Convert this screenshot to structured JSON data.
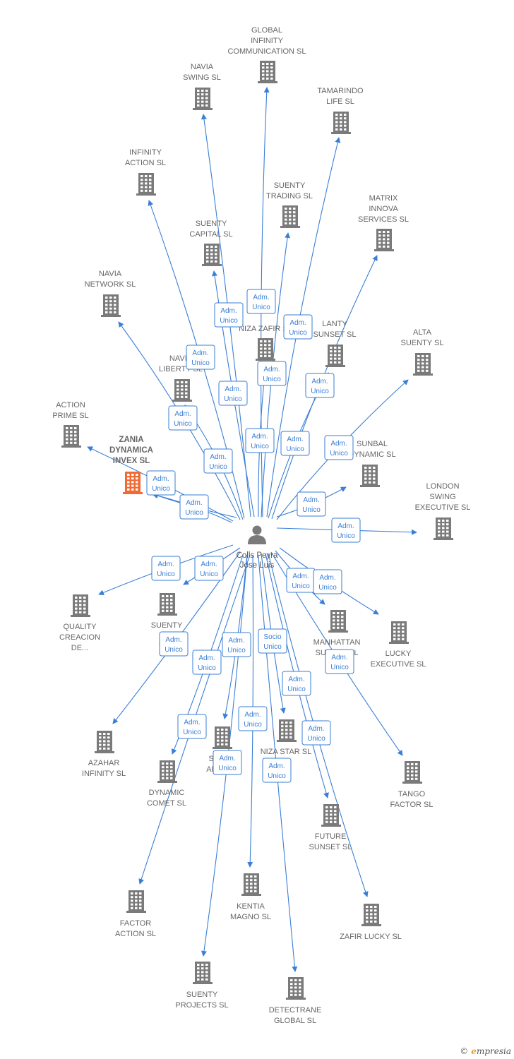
{
  "center": {
    "lines": [
      "Colls Peyra",
      "Jose Luis"
    ]
  },
  "colors": {
    "edge": "#3a7fd6",
    "building": "#7a7a7a",
    "highlight": "#f06a35"
  },
  "companies": [
    {
      "id": "global-infinity",
      "lines": [
        "GLOBAL",
        "INFINITY",
        "COMMUNICATION SL"
      ]
    },
    {
      "id": "navia-swing",
      "lines": [
        "NAVIA",
        "SWING SL"
      ]
    },
    {
      "id": "tamarindo-life",
      "lines": [
        "TAMARINDO",
        "LIFE SL"
      ]
    },
    {
      "id": "infinity-action",
      "lines": [
        "INFINITY",
        "ACTION SL"
      ]
    },
    {
      "id": "suenty-trading",
      "lines": [
        "SUENTY",
        "TRADING SL"
      ]
    },
    {
      "id": "matrix-innova",
      "lines": [
        "MATRIX",
        "INNOVA",
        "SERVICES SL"
      ]
    },
    {
      "id": "suenty-capital",
      "lines": [
        "SUENTY",
        "CAPITAL SL"
      ]
    },
    {
      "id": "navia-network",
      "lines": [
        "NAVIA",
        "NETWORK SL"
      ]
    },
    {
      "id": "niza-zafir",
      "lines": [
        "NIZA ZAFIR SL"
      ]
    },
    {
      "id": "lanty-sunset",
      "lines": [
        "LANTY",
        "SUNSET SL"
      ]
    },
    {
      "id": "alta-suenty",
      "lines": [
        "ALTA",
        "SUENTY SL"
      ]
    },
    {
      "id": "navia-liberty",
      "lines": [
        "NAVIA",
        "LIBERTY SL"
      ]
    },
    {
      "id": "action-prime",
      "lines": [
        "ACTION",
        "PRIME SL"
      ]
    },
    {
      "id": "zania-dynamica",
      "lines": [
        "ZANIA",
        "DYNAMICA",
        "INVEX  SL"
      ],
      "highlight": true
    },
    {
      "id": "sunbal-dynamic",
      "lines": [
        "SUNBAL",
        "DYNAMIC SL"
      ]
    },
    {
      "id": "london-swing",
      "lines": [
        "LONDON",
        "SWING",
        "EXECUTIVE SL"
      ]
    },
    {
      "id": "quality-creacion",
      "lines": [
        "QUALITY",
        "CREACION",
        "DE..."
      ]
    },
    {
      "id": "suenty-ac-tra",
      "lines": [
        "SUENTY",
        "AC",
        "TRA"
      ]
    },
    {
      "id": "manhattan-sunset",
      "lines": [
        "MANHATTAN",
        "SUNSET SL"
      ]
    },
    {
      "id": "lucky-executive",
      "lines": [
        "LUCKY",
        "EXECUTIVE SL"
      ]
    },
    {
      "id": "azahar-infinity",
      "lines": [
        "AZAHAR",
        "INFINITY SL"
      ]
    },
    {
      "id": "dynamic-comet",
      "lines": [
        "DYNAMIC",
        "COMET SL"
      ]
    },
    {
      "id": "s-al",
      "lines": [
        "S",
        "AL"
      ]
    },
    {
      "id": "niza-star",
      "lines": [
        "NIZA STAR SL"
      ]
    },
    {
      "id": "tango-factor",
      "lines": [
        "TANGO",
        "FACTOR SL"
      ]
    },
    {
      "id": "future-sunset",
      "lines": [
        "FUTURE",
        "SUNSET SL"
      ]
    },
    {
      "id": "factor-action",
      "lines": [
        "FACTOR",
        "ACTION SL"
      ]
    },
    {
      "id": "kentia-magno",
      "lines": [
        "KENTIA",
        "MAGNO SL"
      ]
    },
    {
      "id": "zafir-lucky",
      "lines": [
        "ZAFIR LUCKY SL"
      ]
    },
    {
      "id": "suenty-projects",
      "lines": [
        "SUENTY",
        "PROJECTS SL"
      ]
    },
    {
      "id": "detectrane-global",
      "lines": [
        "DETECTRANE",
        "GLOBAL  SL"
      ]
    }
  ],
  "relations": [
    {
      "to": "global-infinity",
      "badge": [
        "Adm.",
        "Unico"
      ]
    },
    {
      "to": "navia-swing",
      "badge": [
        "Adm.",
        "Unico"
      ]
    },
    {
      "to": "tamarindo-life",
      "badge": [
        "Adm.",
        "Unico"
      ]
    },
    {
      "to": "infinity-action",
      "badge": [
        "Adm.",
        "Unico"
      ]
    },
    {
      "to": "suenty-trading",
      "badge": [
        "Adm.",
        "Unico"
      ]
    },
    {
      "to": "matrix-innova",
      "badge": [
        "Adm.",
        "Unico"
      ]
    },
    {
      "to": "suenty-capital",
      "badge": [
        "Adm.",
        "Unico"
      ]
    },
    {
      "to": "navia-network",
      "badge": [
        "Adm.",
        "Unico"
      ]
    },
    {
      "to": "niza-zafir",
      "badge": [
        "Adm.",
        "Unico"
      ]
    },
    {
      "to": "lanty-sunset",
      "badge": [
        "Adm.",
        "Unico"
      ]
    },
    {
      "to": "alta-suenty",
      "badge": [
        "Adm.",
        "Unico"
      ]
    },
    {
      "to": "navia-liberty",
      "badge": [
        "Adm.",
        "Unico"
      ]
    },
    {
      "to": "action-prime",
      "badge": [
        "Adm.",
        "Unico"
      ]
    },
    {
      "to": "zania-dynamica",
      "badge": [
        "Adm.",
        "Unico"
      ]
    },
    {
      "to": "sunbal-dynamic",
      "badge": [
        "Adm.",
        "Unico"
      ]
    },
    {
      "to": "london-swing",
      "badge": [
        "Adm.",
        "Unico"
      ]
    },
    {
      "to": "quality-creacion",
      "badge": [
        "Adm.",
        "Unico"
      ]
    },
    {
      "to": "suenty-ac-tra",
      "badge": [
        "Adm.",
        "Unico"
      ]
    },
    {
      "to": "manhattan-sunset",
      "badge": [
        "Adm.",
        "Unico"
      ]
    },
    {
      "to": "lucky-executive",
      "badge": [
        "Adm.",
        "Unico"
      ]
    },
    {
      "to": "azahar-infinity",
      "badge": [
        "Adm.",
        "Unico"
      ]
    },
    {
      "to": "dynamic-comet",
      "badge": [
        "Adm.",
        "Unico"
      ]
    },
    {
      "to": "s-al",
      "badge": [
        "Adm.",
        "Unico"
      ]
    },
    {
      "to": "niza-star",
      "badge": [
        "Socio",
        "Unico"
      ]
    },
    {
      "to": "tango-factor",
      "badge": [
        "Adm.",
        "Unico"
      ]
    },
    {
      "to": "future-sunset",
      "badge": [
        "Adm.",
        "Unico"
      ]
    },
    {
      "to": "factor-action",
      "badge": [
        "Adm.",
        "Unico"
      ]
    },
    {
      "to": "kentia-magno",
      "badge": [
        "Adm.",
        "Unico"
      ]
    },
    {
      "to": "zafir-lucky",
      "badge": [
        "Adm.",
        "Unico"
      ]
    },
    {
      "to": "suenty-projects",
      "badge": [
        "Adm.",
        "Unico"
      ]
    },
    {
      "to": "detectrane-global",
      "badge": [
        "Adm.",
        "Unico"
      ]
    },
    {
      "to": "zania-dynamica",
      "badge": [
        "Adm.",
        "Unico"
      ]
    }
  ],
  "brand": {
    "copyright": "©",
    "initial": "e",
    "rest": "mpresia"
  }
}
